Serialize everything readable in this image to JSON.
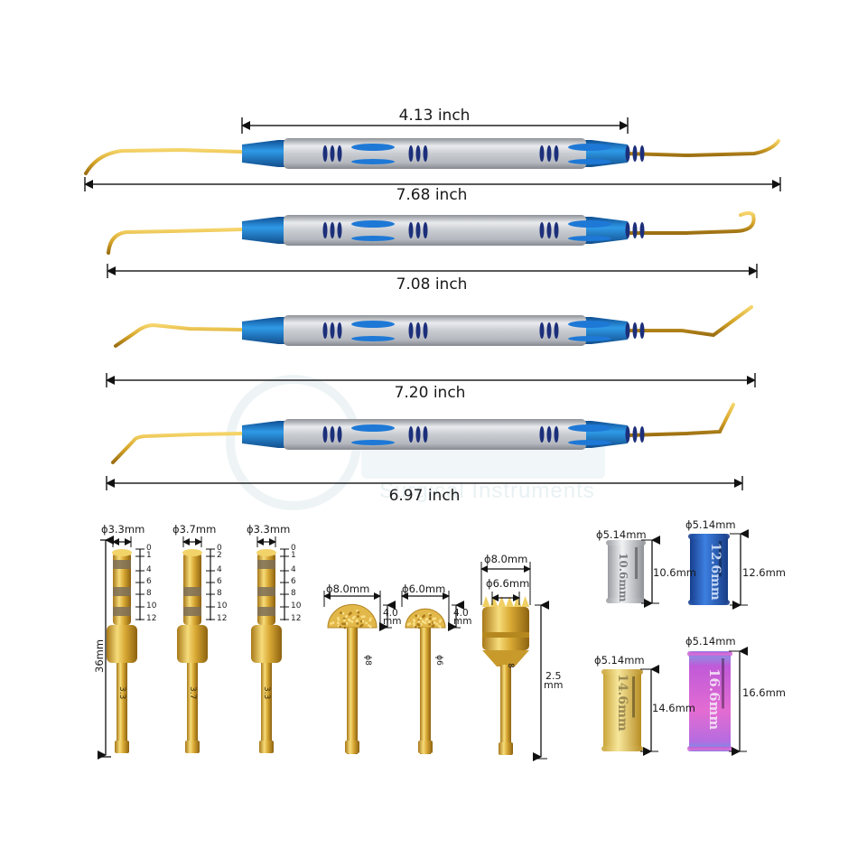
{
  "product": {
    "colors": {
      "gold": "#d8a72a",
      "gold_dark": "#9c6f12",
      "handle_silver": "#c9ccd1",
      "handle_blue": "#1f7fd0",
      "dim_line": "#222222",
      "sleeve_silver": "#c8c8cc",
      "sleeve_blue": "#2a66c8",
      "sleeve_gold": "#e2c35a",
      "sleeve_rainbow": "#d060d8"
    },
    "instruments": [
      {
        "name": "instrument-1",
        "handle_length_label": "4.13 inch",
        "total_length_label": "7.68 inch"
      },
      {
        "name": "instrument-2",
        "total_length_label": "7.08 inch"
      },
      {
        "name": "instrument-3",
        "total_length_label": "7.20 inch"
      },
      {
        "name": "instrument-4",
        "total_length_label": "6.97 inch"
      }
    ],
    "drills": [
      {
        "diameter_label": "ϕ3.3mm",
        "shank_mark": "3.3",
        "scale": [
          "0",
          "1",
          "4",
          "6",
          "8",
          "10",
          "12"
        ]
      },
      {
        "diameter_label": "ϕ3.7mm",
        "shank_mark": "3.7",
        "scale": [
          "0",
          "2",
          "4",
          "6",
          "8",
          "10",
          "12"
        ]
      },
      {
        "diameter_label": "ϕ3.3mm",
        "shank_mark": "3.3",
        "scale": [
          "0",
          "1",
          "4",
          "6",
          "8",
          "10",
          "12"
        ]
      }
    ],
    "drill_length_label": "36mm",
    "burs": [
      {
        "diameter_label": "ϕ8.0mm",
        "height_label": [
          "4.0",
          "mm"
        ],
        "shank_mark": "ϕ8"
      },
      {
        "diameter_label": "ϕ6.0mm",
        "height_label": [
          "4.0",
          "mm"
        ],
        "shank_mark": "ϕ6"
      }
    ],
    "trephine": {
      "outer_diameter_label": "ϕ8.0mm",
      "inner_diameter_label": "ϕ6.6mm",
      "shank_mark": "8",
      "height_label": [
        "2.5",
        "mm"
      ]
    },
    "sleeves": [
      {
        "diameter_label": "ϕ5.14mm",
        "engraving": "10.6mm",
        "height_label": "10.6mm",
        "finish": "silver"
      },
      {
        "diameter_label": "ϕ5.14mm",
        "engraving": "12.6mm",
        "height_label": "12.6mm",
        "finish": "blue"
      },
      {
        "diameter_label": "ϕ5.14mm",
        "engraving": "14.6mm",
        "height_label": "14.6mm",
        "finish": "gold"
      },
      {
        "diameter_label": "ϕ5.14mm",
        "engraving": "16.6mm",
        "height_label": "16.6mm",
        "finish": "rainbow"
      }
    ],
    "watermark": {
      "subtitle": "Surgical Instruments"
    }
  }
}
